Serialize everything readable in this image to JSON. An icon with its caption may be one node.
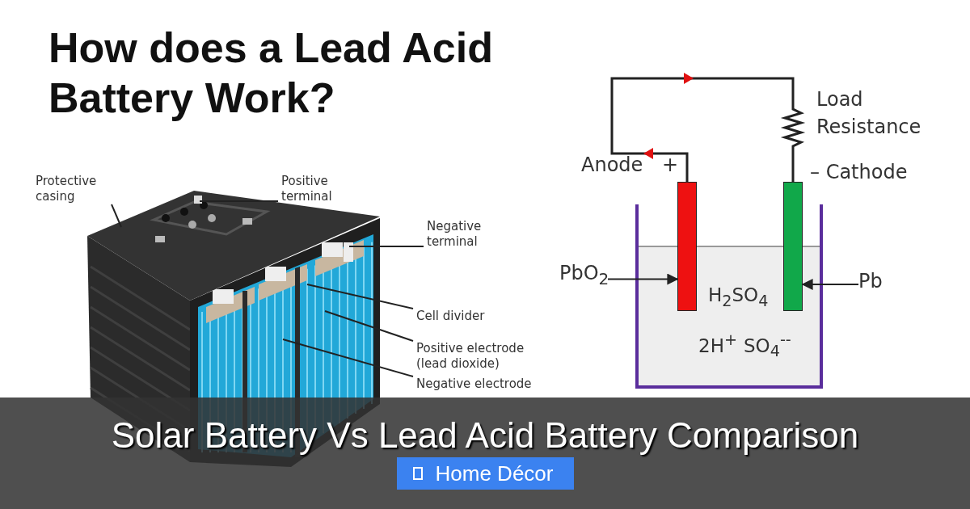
{
  "diagram": {
    "title": "How does a Lead Acid Battery Work?",
    "caption": "Solar Battery Vs Lead Acid Battery Comparison",
    "nodes": [
      {
        "text": [
          "Protective casing"
        ]
      },
      {
        "text": [
          "Positive terminal"
        ]
      },
      {
        "text": [
          "Negative terminal"
        ]
      },
      {
        "text": [
          "Cell divider"
        ]
      },
      {
        "text": [
          "Positive electrode (lead dioxide)"
        ]
      },
      {
        "text": [
          "Negative electrode"
        ]
      },
      {
        "text": [
          "PbO$_{2}$"
        ]
      },
      {
        "text": [],
        "shape": "bar",
        "beside": [
          "Anode",
          "+"
        ]
      },
      {
        "text": [],
        "shape": "bar",
        "beside": [
          "– Cathode"
        ]
      },
      {
        "text": [
          "Pb"
        ]
      },
      {
        "text": [
          "H$_{2}$SO$_{4}$",
          "2H$^{+}$",
          "SO$_{4}$$^{--}$"
        ]
      }
    ],
    "edges": [
      {
        "from": 0,
        "to": null,
        "arrow": "none"
      },
      {
        "from": 1,
        "to": null,
        "arrow": "none"
      },
      {
        "from": 2,
        "to": null,
        "arrow": "none"
      },
      {
        "from": 3,
        "to": null,
        "arrow": "none"
      },
      {
        "from": 4,
        "to": null,
        "arrow": "none"
      },
      {
        "from": 5,
        "to": null,
        "arrow": "none"
      },
      {
        "from": 6,
        "to": 7,
        "arrow": "to"
      },
      {
        "from": 9,
        "to": 8,
        "arrow": "to"
      },
      {
        "from": 7,
        "to": 8,
        "arrow": "to"
      }
    ],
    "labels": [
      "Load Resistance",
      "Home Décor"
    ]
  }
}
